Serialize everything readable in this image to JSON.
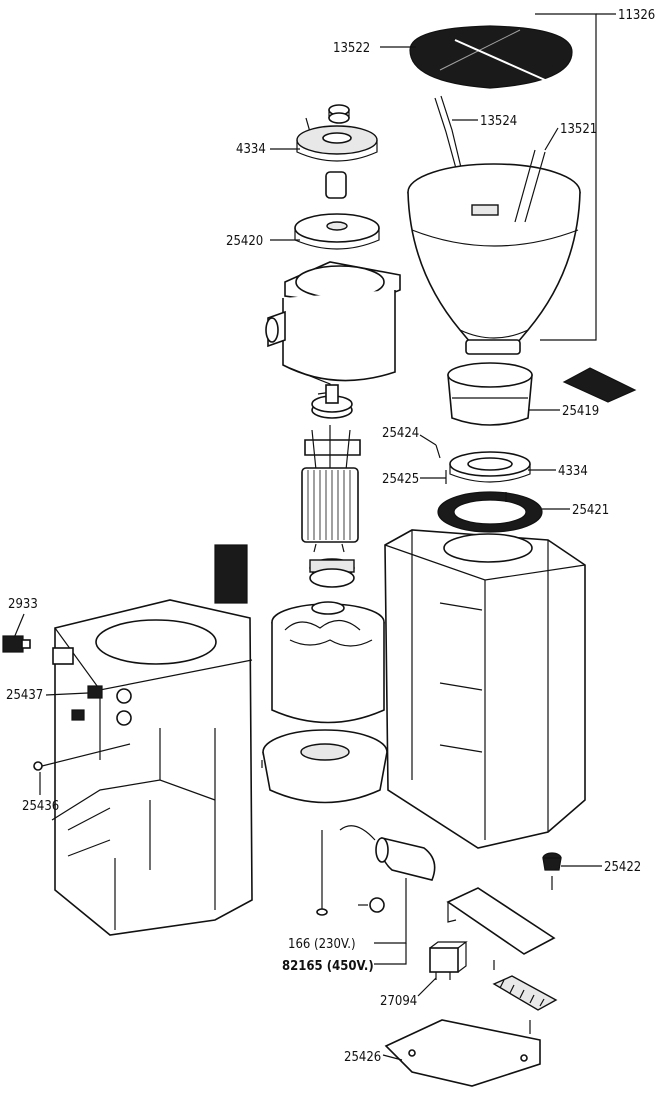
{
  "labels": {
    "l11326": "11326",
    "l13522": "13522",
    "l13524": "13524",
    "l13521": "13521",
    "l4334a": "4334",
    "l25420": "25420",
    "l25419": "25419",
    "l25424": "25424",
    "l4334b": "4334",
    "l25425": "25425",
    "l25421": "25421",
    "l2933": "2933",
    "l25437": "25437",
    "l25436": "25436",
    "l25422": "25422",
    "l166": "166 (230V.)",
    "l82165": "82165 (450V.)",
    "l27094": "27094",
    "l25426": "25426"
  }
}
